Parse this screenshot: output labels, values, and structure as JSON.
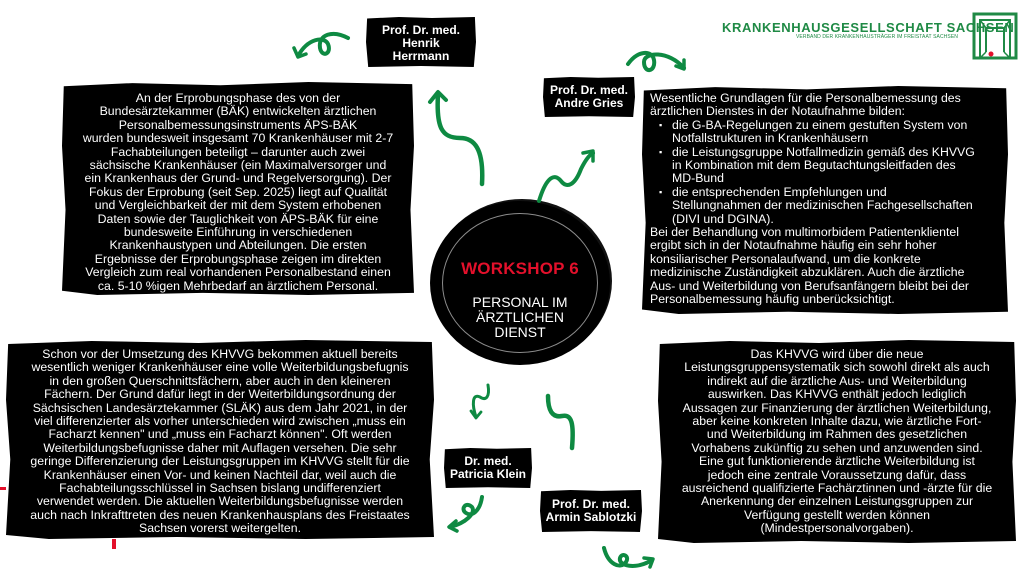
{
  "logo": {
    "org_name": "KRANKENHAUSGESELLSCHAFT SACHSEN",
    "tagline": "VERBAND DER KRANKENHAUSTRÄGER IM FREISTAAT SACHSEN",
    "brand_color": "#1f8a45",
    "accent_color": "#e3102b"
  },
  "center": {
    "title": "WORKSHOP 6",
    "subtitle_lines": [
      "PERSONAL IM",
      "ÄRZTLICHEN",
      "DIENST"
    ]
  },
  "speakers": [
    {
      "lines": [
        "Prof. Dr. med.",
        "Henrik",
        "Herrmann"
      ]
    },
    {
      "lines": [
        "Prof. Dr. med.",
        "Andre Gries"
      ]
    },
    {
      "lines": [
        "Dr. med.",
        "Patricia Klein"
      ]
    },
    {
      "lines": [
        "Prof. Dr. med.",
        "Armin Sablotzki"
      ]
    }
  ],
  "panels": {
    "top_left": {
      "lines": [
        "An der Erprobungsphase des von der",
        "Bundesärztekammer (BÄK) entwickelten ärztlichen",
        "Personalbemessungsinstruments ÄPS-BÄK",
        "wurden bundesweit insgesamt 70 Krankenhäuser mit 2-7",
        "Fachabteilungen beteiligt – darunter auch zwei",
        "sächsische Krankenhäuser (ein Maximalversorger und",
        "ein Krankenhaus der Grund- und Regelversorgung). Der",
        "Fokus der Erprobung (seit Sep. 2025) liegt auf Qualität",
        "und Vergleichbarkeit der mit dem System erhobenen",
        "Daten sowie der Tauglichkeit von ÄPS-BÄK für eine",
        "bundesweite Einführung in verschiedenen",
        "Krankenhaustypen und Abteilungen. Die ersten",
        "Ergebnisse der Erprobungsphase zeigen im direkten",
        "Vergleich zum real vorhandenen Personalbestand einen",
        "ca. 5-10 %igen Mehrbedarf an ärztlichem Personal."
      ]
    },
    "top_right": {
      "intro": [
        "Wesentliche Grundlagen für die Personalbemessung des",
        "ärztlichen Dienstes in der Notaufnahme bilden:"
      ],
      "bullets": [
        [
          "die G-BA-Regelungen zu einem gestuften System von",
          "Notfallstrukturen in Krankenhäusern"
        ],
        [
          "die Leistungsgruppe Notfallmedizin gemäß des KHVVG",
          "in Kombination mit dem Begutachtungsleitfaden des",
          "MD-Bund"
        ],
        [
          "die entsprechenden Empfehlungen und",
          "Stellungnahmen der medizinischen Fachgesellschaften",
          "(DIVI und DGINA)."
        ]
      ],
      "outro": [
        "Bei der Behandlung von multimorbidem Patientenklientel",
        "ergibt sich in der Notaufnahme häufig ein sehr hoher",
        "konsiliarischer Personalaufwand, um die konkrete",
        "medizinische Zuständigkeit abzuklären. Auch die ärztliche",
        "Aus- und Weiterbildung von Berufsanfängern bleibt bei der",
        "Personalbemessung häufig unberücksichtigt."
      ]
    },
    "bottom_left": {
      "lines": [
        "Schon vor der Umsetzung des KHVVG bekommen aktuell bereits",
        "wesentlich weniger Krankenhäuser eine volle Weiterbildungsbefugnis",
        "in den großen Querschnittsfächern, aber auch in den kleineren",
        "Fächern. Der Grund dafür liegt in der Weiterbildungsordnung der",
        "Sächsischen Landesärztekammer (SLÄK) aus dem Jahr 2021, in der",
        "viel differenzierter als vorher unterschieden wird zwischen „muss ein",
        "Facharzt kennen\" und „muss ein Facharzt können\". Oft werden",
        "Weiterbildungsbefugnisse daher mit Auflagen versehen. Die sehr",
        "geringe Differenzierung der Leistungsgruppen im KHVVG stellt für die",
        "Krankenhäuser einen Vor- und keinen Nachteil dar, weil auch die",
        "Fachabteilungsschlüssel in Sachsen bislang undifferenziert",
        "verwendet werden. Die aktuellen Weiterbildungsbefugnisse werden",
        "auch nach Inkrafttreten des neuen Krankenhausplans des Freistaates",
        "Sachsen vorerst weitergelten."
      ]
    },
    "bottom_right": {
      "lines": [
        "Das KHVVG wird über die neue",
        "Leistungsgruppensystematik sich sowohl direkt als auch",
        "indirekt auf die ärztliche Aus- und Weiterbildung",
        "auswirken. Das KHVVG enthält jedoch lediglich",
        "Aussagen zur Finanzierung der ärztlichen Weiterbildung,",
        "aber keine konkreten Inhalte dazu, wie ärztliche Fort-",
        "und Weiterbildung im Rahmen des gesetzlichen",
        "Vorhabens zukünftig zu sehen und anzuwenden sind.",
        "Eine gut funktionierende ärztliche Weiterbildung ist",
        "jedoch eine zentrale Voraussetzung dafür, dass",
        "ausreichend qualifizierte Fachärztinnen und -ärzte für die",
        "Anerkennung der einzelnen Leistungsgruppen zur",
        "Verfügung gestellt werden können",
        "(Mindestpersonalvorgaben)."
      ]
    }
  },
  "icons": {
    "arrows": "curly-arrow-icon",
    "logo_mark": "gate-logo-icon"
  }
}
